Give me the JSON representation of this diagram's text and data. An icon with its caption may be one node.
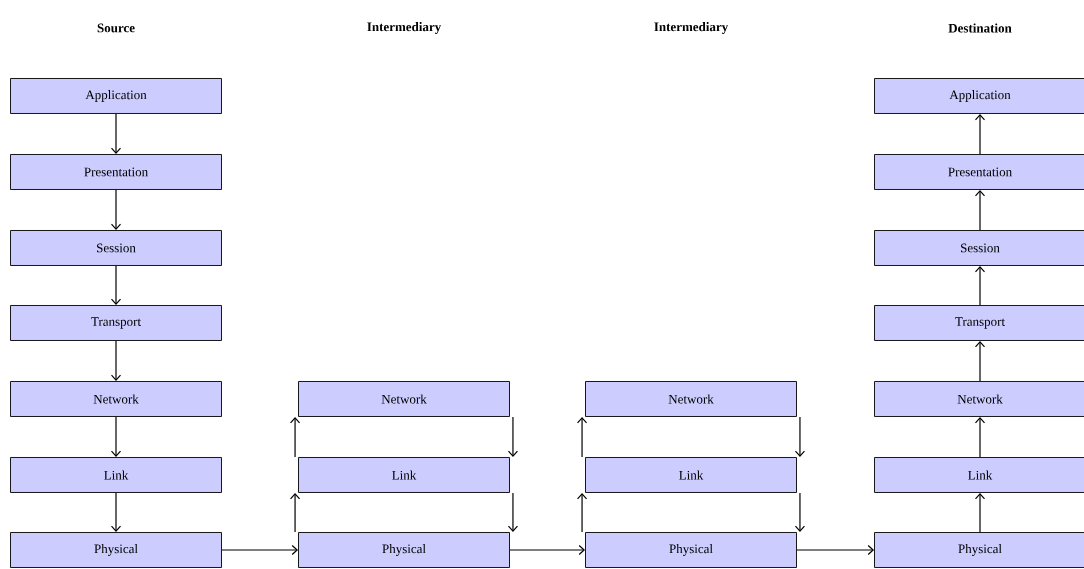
{
  "diagram": {
    "nodes": [
      {
        "text": [
          "Application"
        ]
      },
      {
        "text": [
          "Presentation"
        ]
      },
      {
        "text": [
          "Session"
        ]
      },
      {
        "text": [
          "Transport"
        ]
      },
      {
        "text": [
          "Network"
        ]
      },
      {
        "text": [
          "Link"
        ]
      },
      {
        "text": [
          "Physical"
        ]
      },
      {
        "text": [
          "Network"
        ]
      },
      {
        "text": [
          "Link"
        ]
      },
      {
        "text": [
          "Physical"
        ]
      },
      {
        "text": [
          "Network"
        ]
      },
      {
        "text": [
          "Link"
        ]
      },
      {
        "text": [
          "Physical"
        ]
      },
      {
        "text": [
          "Application"
        ]
      },
      {
        "text": [
          "Presentation"
        ]
      },
      {
        "text": [
          "Session"
        ]
      },
      {
        "text": [
          "Transport"
        ]
      },
      {
        "text": [
          "Network"
        ]
      },
      {
        "text": [
          "Link"
        ]
      },
      {
        "text": [
          "Physical"
        ]
      }
    ],
    "edges": [
      {
        "from": 0,
        "to": 1,
        "arrow": "to"
      },
      {
        "from": 1,
        "to": 2,
        "arrow": "to"
      },
      {
        "from": 2,
        "to": 3,
        "arrow": "to"
      },
      {
        "from": 3,
        "to": 4,
        "arrow": "to"
      },
      {
        "from": 4,
        "to": 5,
        "arrow": "to"
      },
      {
        "from": 5,
        "to": 6,
        "arrow": "to"
      },
      {
        "from": 6,
        "to": 9,
        "arrow": "to"
      },
      {
        "from": 9,
        "to": 8,
        "arrow": "to"
      },
      {
        "from": 8,
        "to": 7,
        "arrow": "to"
      },
      {
        "from": 7,
        "to": 8,
        "arrow": "to"
      },
      {
        "from": 8,
        "to": 9,
        "arrow": "to"
      },
      {
        "from": 9,
        "to": 12,
        "arrow": "to"
      },
      {
        "from": 12,
        "to": 11,
        "arrow": "to"
      },
      {
        "from": 11,
        "to": 10,
        "arrow": "to"
      },
      {
        "from": 10,
        "to": 11,
        "arrow": "to"
      },
      {
        "from": 11,
        "to": 12,
        "arrow": "to"
      },
      {
        "from": 12,
        "to": 19,
        "arrow": "to"
      },
      {
        "from": 19,
        "to": 18,
        "arrow": "to"
      },
      {
        "from": 18,
        "to": 17,
        "arrow": "to"
      },
      {
        "from": 17,
        "to": 16,
        "arrow": "to"
      },
      {
        "from": 16,
        "to": 15,
        "arrow": "to"
      },
      {
        "from": 15,
        "to": 14,
        "arrow": "to"
      },
      {
        "from": 14,
        "to": 13,
        "arrow": "to"
      }
    ],
    "labels": [
      "Source",
      "Intermediary",
      "Intermediary",
      "Destination"
    ]
  }
}
